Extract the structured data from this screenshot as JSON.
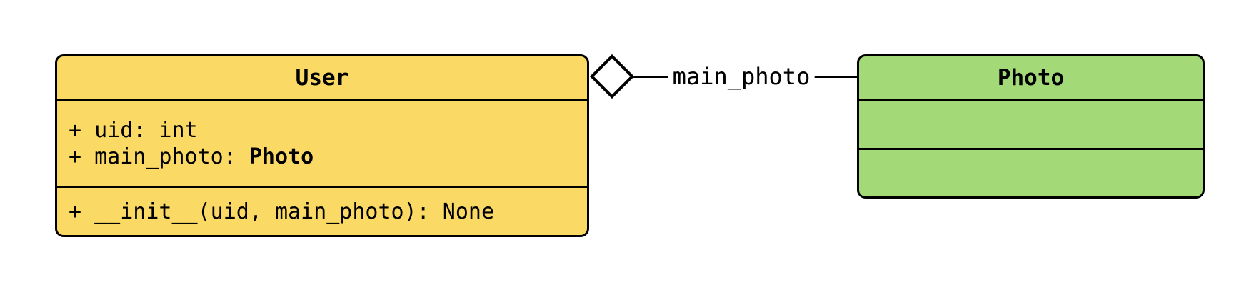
{
  "colors": {
    "user_fill": "#fbd965",
    "photo_fill": "#a3d977",
    "stroke": "#000000",
    "background": "#ffffff"
  },
  "user_class": {
    "title": "User",
    "attributes": {
      "uid": "+ uid: int",
      "main_photo_prefix": "+ main_photo: ",
      "main_photo_type": "Photo"
    },
    "methods": {
      "init": "+ __init__(uid, main_photo): None"
    }
  },
  "photo_class": {
    "title": "Photo"
  },
  "relation": {
    "type": "aggregation",
    "from": "User",
    "to": "Photo",
    "label": "main_photo"
  }
}
